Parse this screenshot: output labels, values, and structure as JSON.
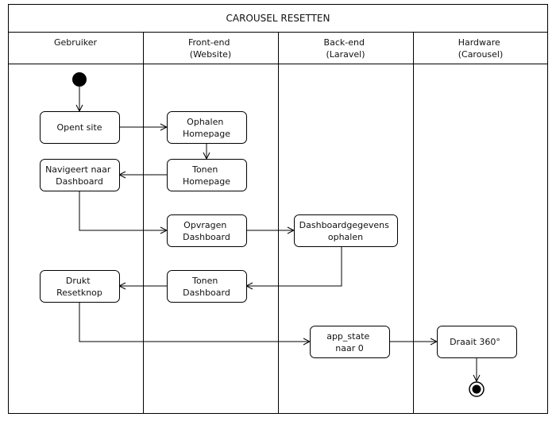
{
  "title": "CAROUSEL RESETTEN",
  "lanes": [
    {
      "id": "gebruiker",
      "lines": [
        "Gebruiker"
      ]
    },
    {
      "id": "frontend",
      "lines": [
        "Front-end",
        "(Website)"
      ]
    },
    {
      "id": "backend",
      "lines": [
        "Back-end",
        "(Laravel)"
      ]
    },
    {
      "id": "hardware",
      "lines": [
        "Hardware",
        "(Carousel)"
      ]
    }
  ],
  "nodes": [
    {
      "id": "opent-site",
      "lines": [
        "Opent site"
      ]
    },
    {
      "id": "ophalen-homepage",
      "lines": [
        "Ophalen",
        "Homepage"
      ]
    },
    {
      "id": "navigeert-naar-dashboard",
      "lines": [
        "Navigeert naar",
        "Dashboard"
      ]
    },
    {
      "id": "tonen-homepage",
      "lines": [
        "Tonen",
        "Homepage"
      ]
    },
    {
      "id": "opvragen-dashboard",
      "lines": [
        "Opvragen",
        "Dashboard"
      ]
    },
    {
      "id": "dashboardgegevens-ophalen",
      "lines": [
        "Dashboardgegevens",
        "ophalen"
      ]
    },
    {
      "id": "drukt-resetknop",
      "lines": [
        "Drukt",
        "Resetknop"
      ]
    },
    {
      "id": "tonen-dashboard",
      "lines": [
        "Tonen",
        "Dashboard"
      ]
    },
    {
      "id": "app-state-naar-0",
      "lines": [
        "app_state",
        "naar 0"
      ]
    },
    {
      "id": "draait-360",
      "lines": [
        "Draait 360°"
      ]
    }
  ],
  "flows": [
    {
      "from": "start",
      "to": "opent-site"
    },
    {
      "from": "opent-site",
      "to": "ophalen-homepage"
    },
    {
      "from": "ophalen-homepage",
      "to": "tonen-homepage"
    },
    {
      "from": "tonen-homepage",
      "to": "navigeert-naar-dashboard"
    },
    {
      "from": "navigeert-naar-dashboard",
      "to": "opvragen-dashboard"
    },
    {
      "from": "opvragen-dashboard",
      "to": "dashboardgegevens-ophalen"
    },
    {
      "from": "dashboardgegevens-ophalen",
      "to": "tonen-dashboard"
    },
    {
      "from": "tonen-dashboard",
      "to": "drukt-resetknop"
    },
    {
      "from": "drukt-resetknop",
      "to": "app-state-naar-0"
    },
    {
      "from": "app-state-naar-0",
      "to": "draait-360"
    },
    {
      "from": "draait-360",
      "to": "end"
    }
  ]
}
